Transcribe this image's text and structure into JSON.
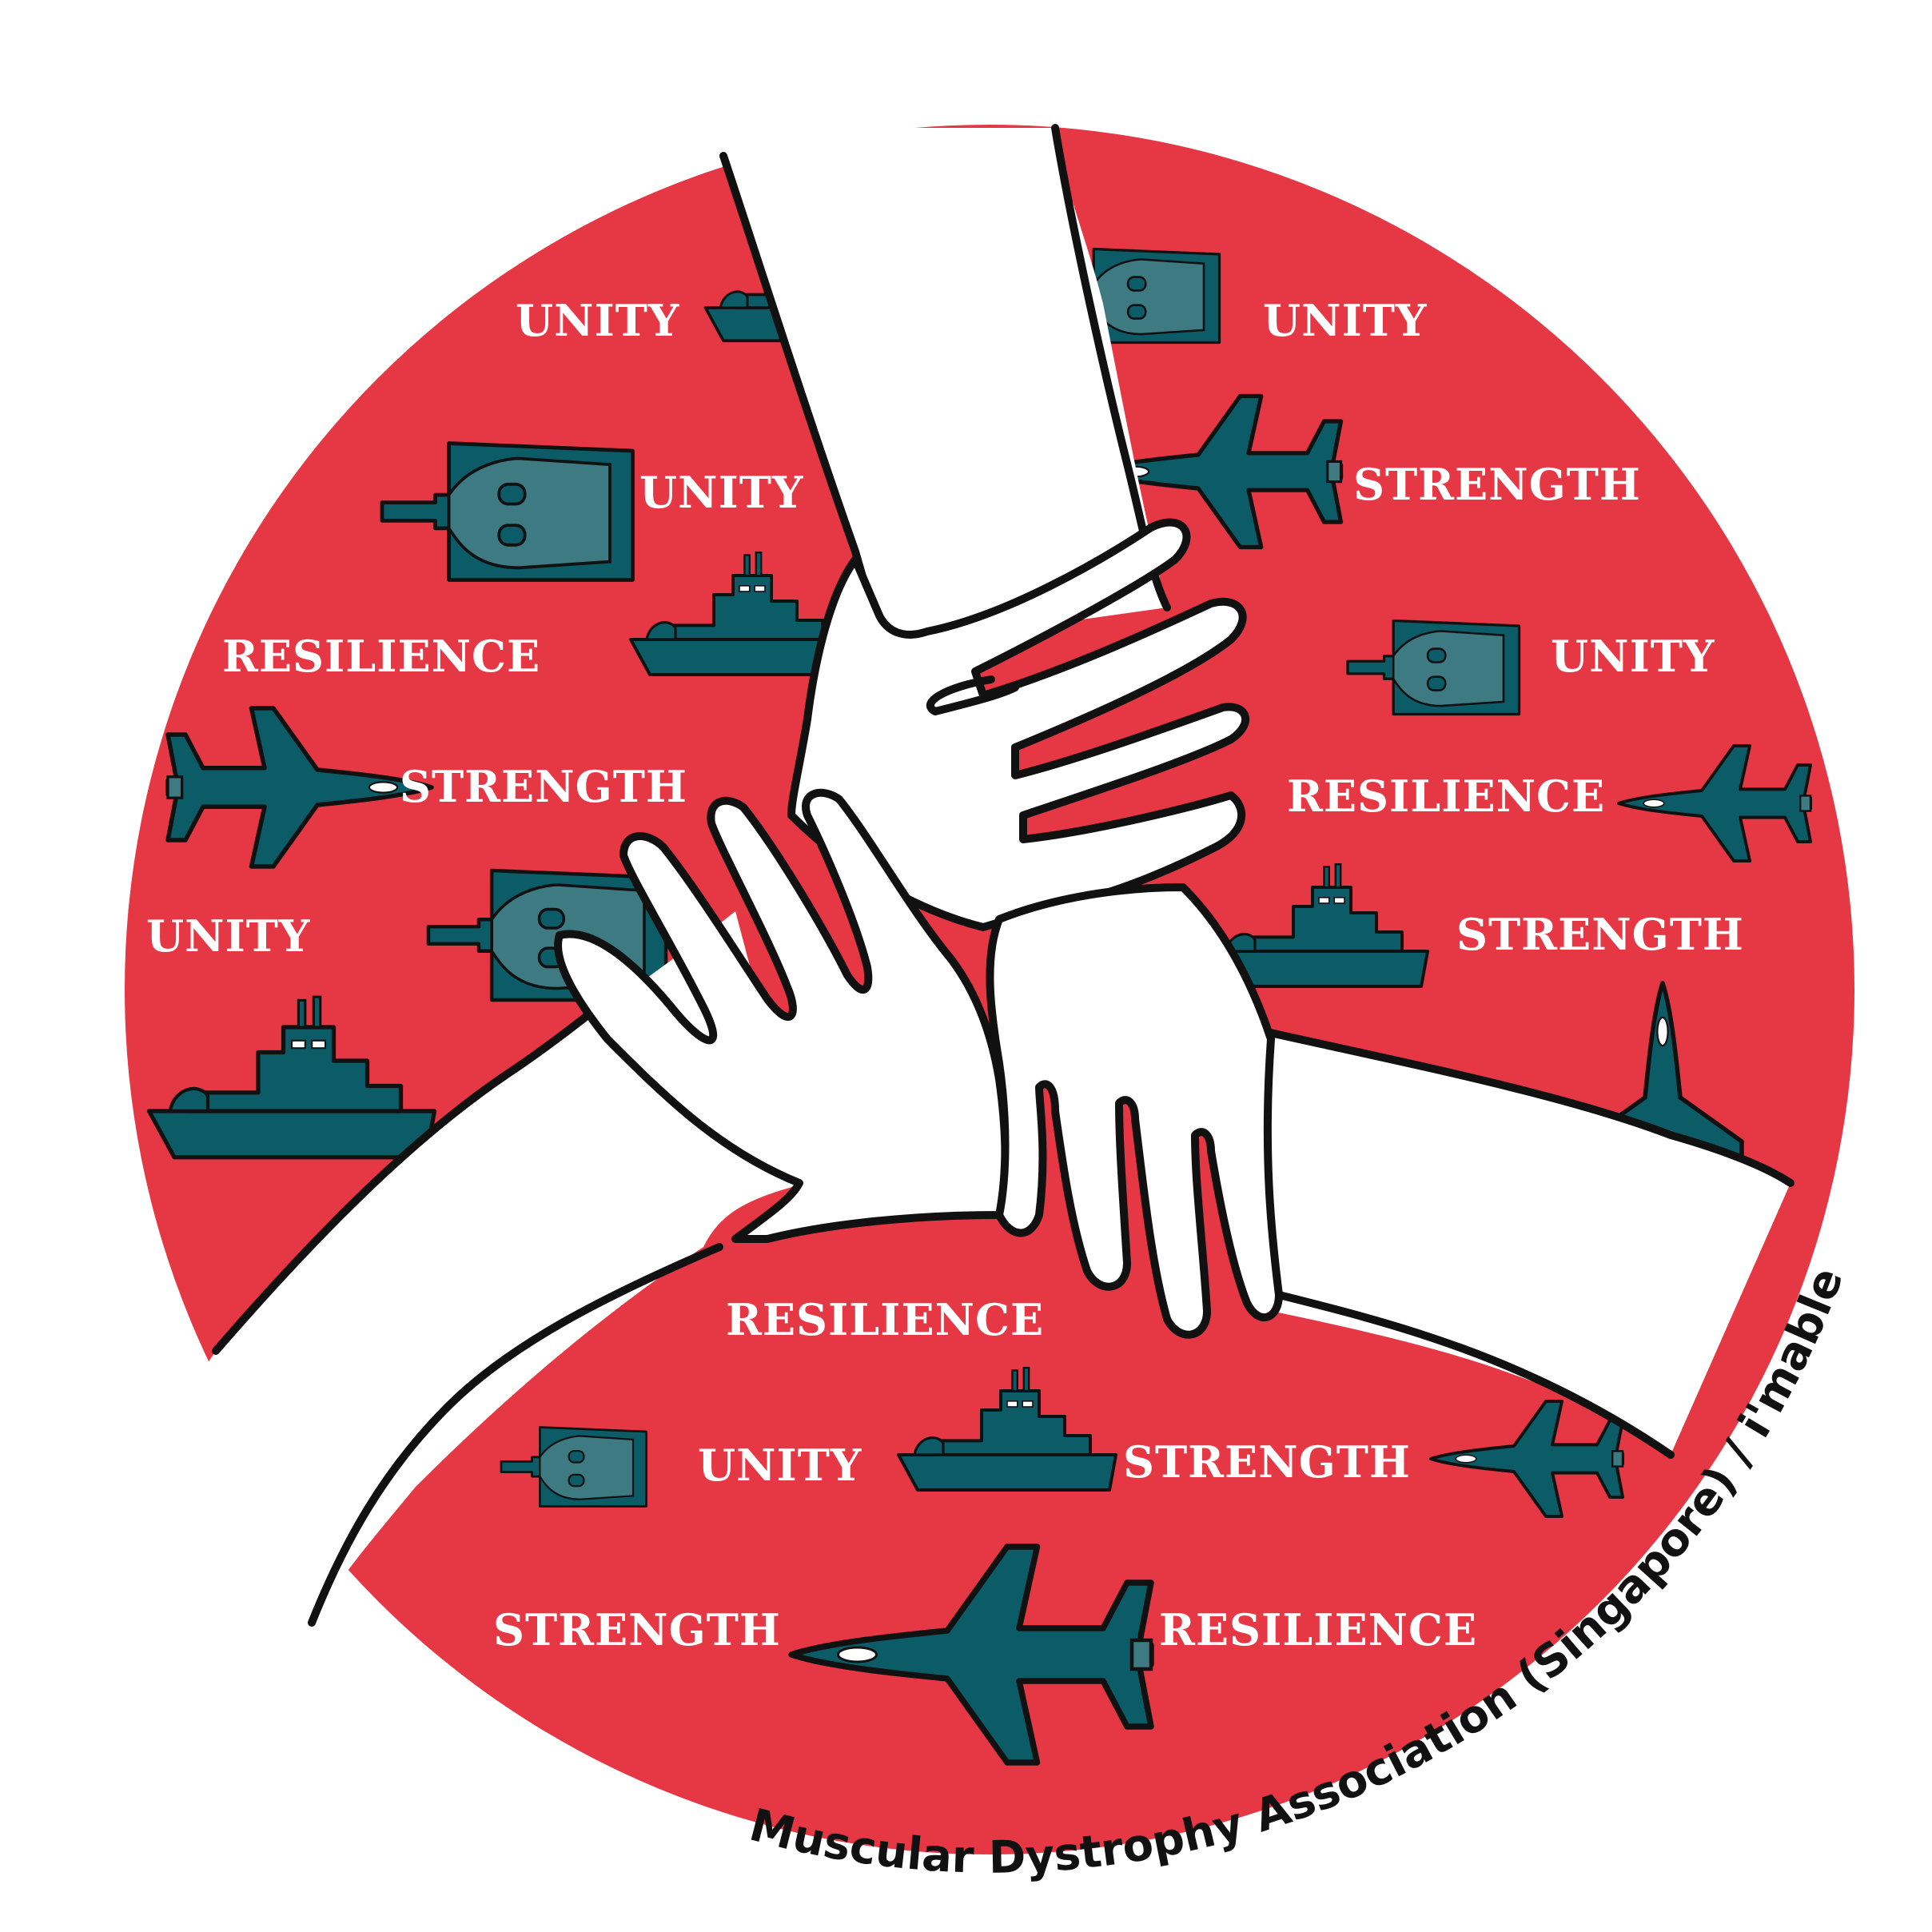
{
  "artwork": {
    "colors": {
      "background": "#ffffff",
      "disc": "#e63744",
      "vehicle": "#0b5c67",
      "vehicle_light": "#3d7a82",
      "outline": "#111111",
      "hand": "#ffffff",
      "text": "#ffffff",
      "credit_text": "#111111"
    },
    "words": {
      "w1": "UNITY",
      "w2": "UNITY",
      "w3": "UNITY",
      "w4": "STRENGTH",
      "w5": "RESILIENCE",
      "w6": "UNITY",
      "w7": "STRENGTH",
      "w8": "RESILIENCE",
      "w9": "UNITY",
      "w10": "STRENGTH",
      "w11": "RESILIENCE",
      "w12": "UNITY",
      "w13": "STRENGTH",
      "w14": "STRENGTH",
      "w15": "RESILIENCE"
    },
    "icons": [
      "tank-icon",
      "ship-icon",
      "fighter-jet-icon"
    ],
    "credit": "Muscular Dystrophy Association (Singapore) / i'mable"
  }
}
